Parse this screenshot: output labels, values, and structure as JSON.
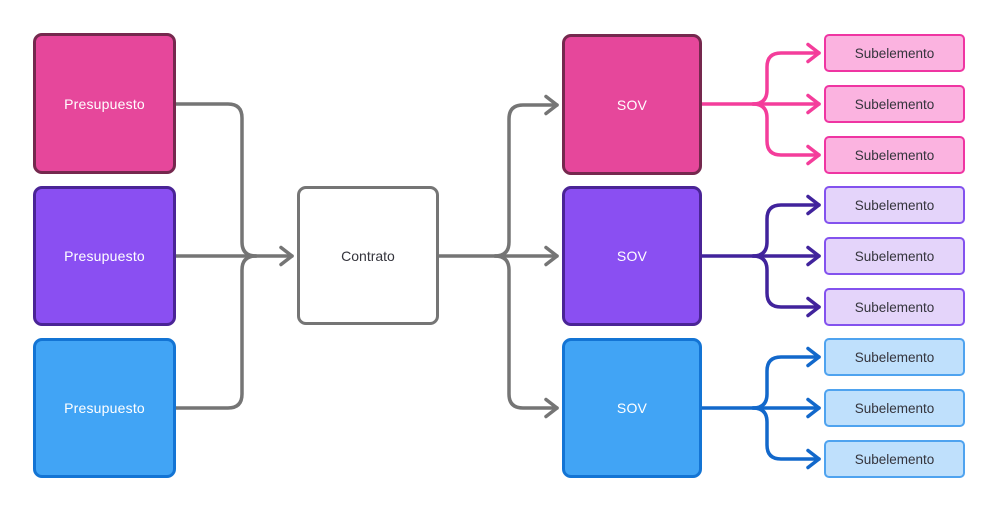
{
  "diagram": {
    "left_column": {
      "boxes": [
        {
          "label": "Presupuesto",
          "color_key": "pink"
        },
        {
          "label": "Presupuesto",
          "color_key": "purple"
        },
        {
          "label": "Presupuesto",
          "color_key": "blue"
        }
      ]
    },
    "center": {
      "label": "Contrato"
    },
    "sov_column": {
      "boxes": [
        {
          "label": "SOV",
          "color_key": "pink"
        },
        {
          "label": "SOV",
          "color_key": "purple"
        },
        {
          "label": "SOV",
          "color_key": "blue"
        }
      ]
    },
    "sub_column": {
      "pink": [
        "Subelemento",
        "Subelemento",
        "Subelemento"
      ],
      "purple": [
        "Subelemento",
        "Subelemento",
        "Subelemento"
      ],
      "blue": [
        "Subelemento",
        "Subelemento",
        "Subelemento"
      ]
    },
    "edges": [
      {
        "from": "presupuesto-1",
        "to": "contrato"
      },
      {
        "from": "presupuesto-2",
        "to": "contrato"
      },
      {
        "from": "presupuesto-3",
        "to": "contrato"
      },
      {
        "from": "contrato",
        "to": "sov-1"
      },
      {
        "from": "contrato",
        "to": "sov-2"
      },
      {
        "from": "contrato",
        "to": "sov-3"
      },
      {
        "from": "sov-1",
        "to": "subelemento-pink-1"
      },
      {
        "from": "sov-1",
        "to": "subelemento-pink-2"
      },
      {
        "from": "sov-1",
        "to": "subelemento-pink-3"
      },
      {
        "from": "sov-2",
        "to": "subelemento-purple-1"
      },
      {
        "from": "sov-2",
        "to": "subelemento-purple-2"
      },
      {
        "from": "sov-2",
        "to": "subelemento-purple-3"
      },
      {
        "from": "sov-3",
        "to": "subelemento-blue-1"
      },
      {
        "from": "sov-3",
        "to": "subelemento-blue-2"
      },
      {
        "from": "sov-3",
        "to": "subelemento-blue-3"
      }
    ]
  },
  "colors": {
    "line-gray": "#757575",
    "contrato-border": "#757575",
    "pink-fill": "#E6479B",
    "pink-border": "#75284E",
    "pink-arrow": "#F43D9B",
    "pink-sub-fill": "#FBB3E0",
    "pink-sub-border": "#EF35A2",
    "purple-fill": "#8A4FF2",
    "purple-border": "#4A2496",
    "purple-arrow": "#41239C",
    "purple-sub-fill": "#E4D4FA",
    "purple-sub-border": "#8352EE",
    "blue-fill": "#41A4F5",
    "blue-border": "#1374D4",
    "blue-arrow": "#1268CB",
    "blue-sub-fill": "#BFE0FC",
    "blue-sub-border": "#4FA3EF",
    "text-light": "#FFFFFF",
    "text-dark": "#34343C"
  }
}
